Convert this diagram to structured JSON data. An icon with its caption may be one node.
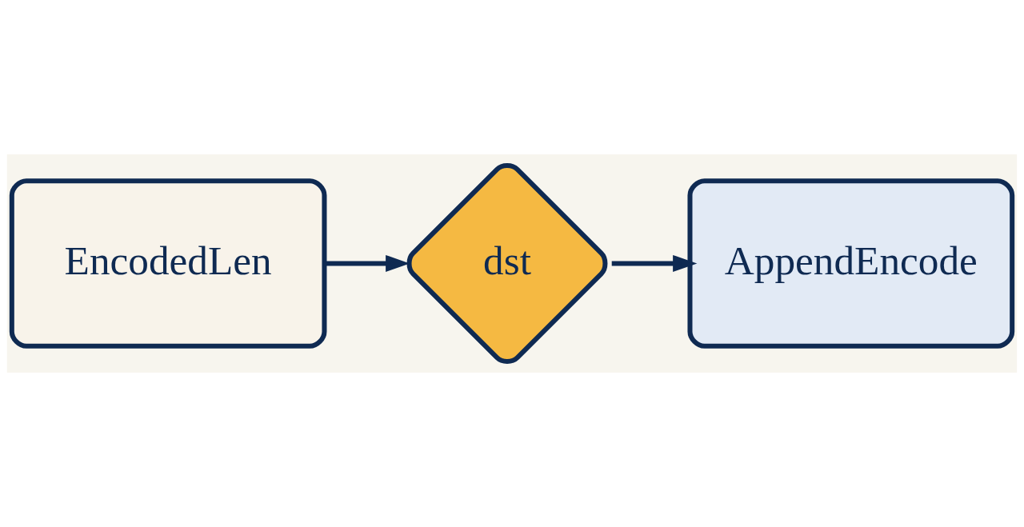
{
  "diagram": {
    "nodes": [
      {
        "text": [
          "EncodedLen"
        ]
      },
      {
        "text": [
          "dst"
        ]
      },
      {
        "text": [
          "AppendEncode"
        ]
      }
    ],
    "edges": [
      {
        "from": 0,
        "to": 1,
        "arrow": "to"
      },
      {
        "from": 1,
        "to": 2,
        "arrow": "to"
      }
    ]
  }
}
